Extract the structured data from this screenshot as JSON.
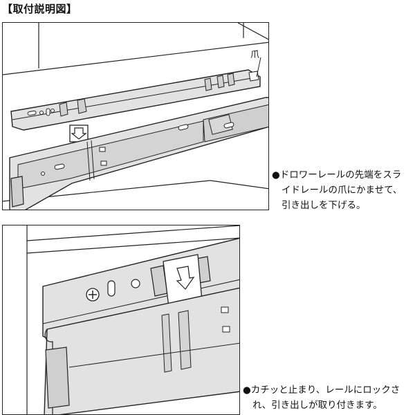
{
  "header": {
    "title": "【取付説明図】"
  },
  "figure1": {
    "callout_label": "爪",
    "caption_bullet": "●",
    "caption_lines": [
      "ドロワーレールの先端をスラ",
      "イドレールの爪にかませて、",
      "引き出しを下げる。"
    ]
  },
  "figure2": {
    "caption_bullet": "●",
    "caption_lines": [
      "カチッと止まり、レールにロックさ",
      "れ、引き出しが取り付きます。"
    ]
  },
  "colors": {
    "rail_fill": "#e2e2e2",
    "rail_shade": "#c8c8c8",
    "line": "#222222"
  }
}
